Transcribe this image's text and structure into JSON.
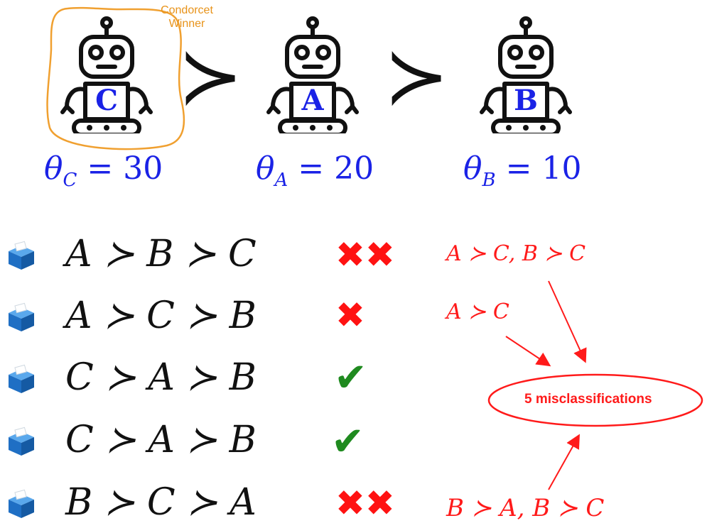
{
  "top": {
    "condorcet_label_line1": "Condorcet",
    "condorcet_label_line2": "Winner",
    "robots": [
      {
        "letter": "C",
        "theta_sym": "θ",
        "theta_sub": "C",
        "theta_eq": " = 30"
      },
      {
        "letter": "A",
        "theta_sym": "θ",
        "theta_sub": "A",
        "theta_eq": " = 20"
      },
      {
        "letter": "B",
        "theta_sym": "θ",
        "theta_sub": "B",
        "theta_eq": " = 10"
      }
    ],
    "succ_symbol": "≻"
  },
  "votes": [
    {
      "ranking": "A ≻ B ≻ C",
      "marks": "✖✖",
      "type": "cross"
    },
    {
      "ranking": "A ≻ C ≻ B",
      "marks": "✖",
      "type": "cross"
    },
    {
      "ranking": "C ≻ A ≻ B",
      "marks": "✔",
      "type": "check"
    },
    {
      "ranking": "C ≻ A ≻ B",
      "marks": "✔",
      "type": "check"
    },
    {
      "ranking": "B ≻ C ≻ A",
      "marks": "✖✖",
      "type": "cross"
    }
  ],
  "notes": {
    "row1": "A ≻ C, B ≻ C",
    "row2": "A ≻ C",
    "row5": "B ≻ A, B ≻ C",
    "summary": "5 misclassifications"
  },
  "colors": {
    "blue": "#1a22e6",
    "red": "#ff1a1a",
    "orange": "#e8931a",
    "green": "#1f8a1f"
  }
}
